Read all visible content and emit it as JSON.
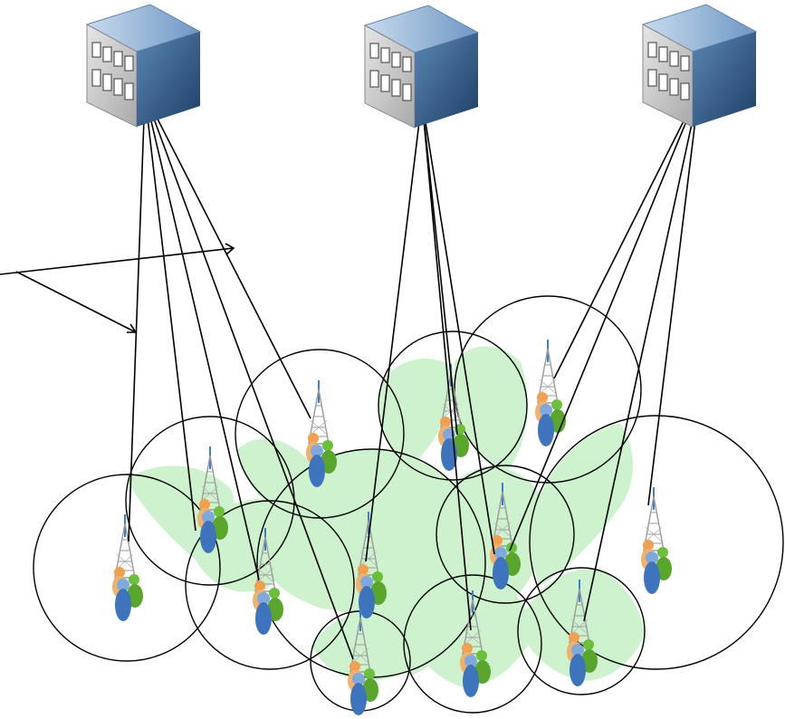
{
  "diagram": {
    "servers": [
      {
        "id": "server-a",
        "icon": "office-building-icon"
      },
      {
        "id": "server-b",
        "icon": "office-building-icon"
      },
      {
        "id": "server-c",
        "icon": "office-building-icon"
      }
    ],
    "cells": [
      {
        "id": "cell-1",
        "icon": "cell-tower-users-icon"
      },
      {
        "id": "cell-2",
        "icon": "cell-tower-users-icon"
      },
      {
        "id": "cell-3",
        "icon": "cell-tower-users-icon"
      },
      {
        "id": "cell-4",
        "icon": "cell-tower-users-icon"
      },
      {
        "id": "cell-5",
        "icon": "cell-tower-users-icon"
      },
      {
        "id": "cell-6",
        "icon": "cell-tower-users-icon"
      },
      {
        "id": "cell-7",
        "icon": "cell-tower-users-icon"
      },
      {
        "id": "cell-8",
        "icon": "cell-tower-users-icon"
      },
      {
        "id": "cell-9",
        "icon": "cell-tower-users-icon"
      },
      {
        "id": "cell-10",
        "icon": "cell-tower-users-icon"
      },
      {
        "id": "cell-11",
        "icon": "cell-tower-users-icon"
      },
      {
        "id": "cell-12",
        "icon": "cell-tower-users-icon"
      },
      {
        "id": "cell-13",
        "icon": "cell-tower-users-icon"
      }
    ],
    "links": [
      [
        "server-a",
        "cell-1"
      ],
      [
        "server-a",
        "cell-2"
      ],
      [
        "server-a",
        "cell-3"
      ],
      [
        "server-a",
        "cell-4"
      ],
      [
        "server-a",
        "cell-5"
      ],
      [
        "server-b",
        "cell-6"
      ],
      [
        "server-b",
        "cell-7"
      ],
      [
        "server-b",
        "cell-8"
      ],
      [
        "server-b",
        "cell-9"
      ],
      [
        "server-b",
        "cell-10"
      ],
      [
        "server-c",
        "cell-11"
      ],
      [
        "server-c",
        "cell-12"
      ],
      [
        "server-c",
        "cell-13"
      ],
      [
        "server-c",
        "cell-10"
      ]
    ],
    "colors": {
      "overlap_fill": "#ccf2cc",
      "circle_stroke": "#000000",
      "link_stroke": "#000000",
      "building_front": "#c8c8c8",
      "building_side": "#2b5a8a",
      "building_roof": "#8fb2d6",
      "tower": "#8a8a8a",
      "antenna": "#3a7fd0",
      "user_orange": "#f0a050",
      "user_blue": "#4f83c8",
      "user_green": "#6cbf3a"
    }
  }
}
